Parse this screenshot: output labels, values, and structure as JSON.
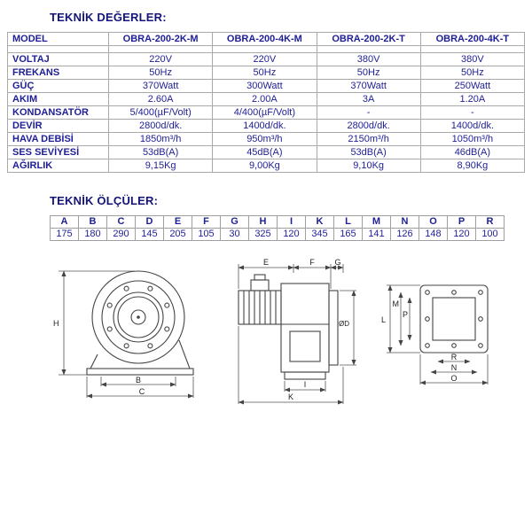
{
  "sections": {
    "values_title": "TEKNİK DEĞERLER:",
    "dimensions_title": "TEKNİK ÖLÇÜLER:"
  },
  "spec_table": {
    "header": [
      "MODEL",
      "OBRA-200-2K-M",
      "OBRA-200-4K-M",
      "OBRA-200-2K-T",
      "OBRA-200-4K-T"
    ],
    "rows": [
      {
        "label": "VOLTAJ",
        "values": [
          "220V",
          "220V",
          "380V",
          "380V"
        ]
      },
      {
        "label": "FREKANS",
        "values": [
          "50Hz",
          "50Hz",
          "50Hz",
          "50Hz"
        ]
      },
      {
        "label": "GÜÇ",
        "values": [
          "370Watt",
          "300Watt",
          "370Watt",
          "250Watt"
        ]
      },
      {
        "label": "AKIM",
        "values": [
          "2.60A",
          "2.00A",
          "3A",
          "1.20A"
        ]
      },
      {
        "label": "KONDANSATÖR",
        "values": [
          "5/400(µF/Volt)",
          "4/400(µF/Volt)",
          "-",
          "-"
        ]
      },
      {
        "label": "DEVİR",
        "values": [
          "2800d/dk.",
          "1400d/dk.",
          "2800d/dk.",
          "1400d/dk."
        ]
      },
      {
        "label": "HAVA DEBİSİ",
        "values": [
          "1850m³/h",
          "950m³/h",
          "2150m³/h",
          "1050m³/h"
        ]
      },
      {
        "label": "SES SEVİYESİ",
        "values": [
          "53dB(A)",
          "45dB(A)",
          "53dB(A)",
          "46dB(A)"
        ]
      },
      {
        "label": "AĞIRLIK",
        "values": [
          "9,15Kg",
          "9,00Kg",
          "9,10Kg",
          "8,90Kg"
        ]
      }
    ]
  },
  "dim_table": {
    "letters": [
      "A",
      "B",
      "C",
      "D",
      "E",
      "F",
      "G",
      "H",
      "I",
      "K",
      "L",
      "M",
      "N",
      "O",
      "P",
      "R"
    ],
    "values": [
      "175",
      "180",
      "290",
      "145",
      "205",
      "105",
      "30",
      "325",
      "120",
      "345",
      "165",
      "141",
      "126",
      "148",
      "120",
      "100"
    ]
  },
  "drawings": {
    "side": {
      "h": "H",
      "b": "B",
      "c": "C"
    },
    "front": {
      "e": "E",
      "f": "F",
      "g": "G",
      "d": "ØD",
      "i": "I",
      "k": "K"
    },
    "flange": {
      "l": "L",
      "m": "M",
      "p": "P",
      "r": "R",
      "n": "N",
      "o": "O"
    }
  },
  "colors": {
    "text_navy": "#1e1e96",
    "border_gray": "#a9a9a9",
    "line_dark": "#444444"
  }
}
